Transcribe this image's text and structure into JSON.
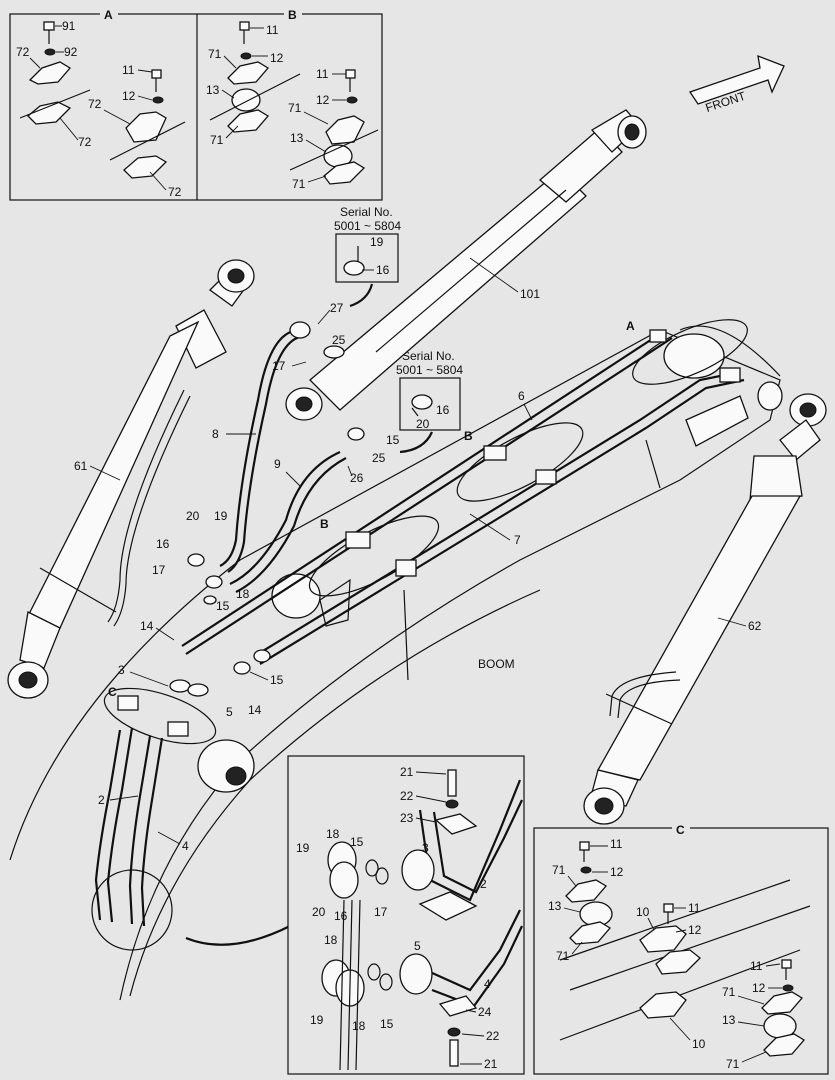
{
  "detail_titles": {
    "a": "A",
    "b": "B",
    "c": "C"
  },
  "front_label": "FRONT",
  "boom_label": "BOOM",
  "serial_label": "Serial No.",
  "serial_range": "5001 ~ 5804",
  "callouts": {
    "n2": "2",
    "n3": "3",
    "n4": "4",
    "n5": "5",
    "n6": "6",
    "n7": "7",
    "n8": "8",
    "n9": "9",
    "n10": "10",
    "n11": "11",
    "n12": "12",
    "n13": "13",
    "n14": "14",
    "n15": "15",
    "n16": "16",
    "n17": "17",
    "n18": "18",
    "n19": "19",
    "n20": "20",
    "n21": "21",
    "n22": "22",
    "n23": "23",
    "n24": "24",
    "n25": "25",
    "n26": "26",
    "n27": "27",
    "n61": "61",
    "n62": "62",
    "n71": "71",
    "n72": "72",
    "n91": "91",
    "n92": "92",
    "n101": "101"
  },
  "section_markers": {
    "a": "A",
    "b": "B",
    "c": "C"
  }
}
